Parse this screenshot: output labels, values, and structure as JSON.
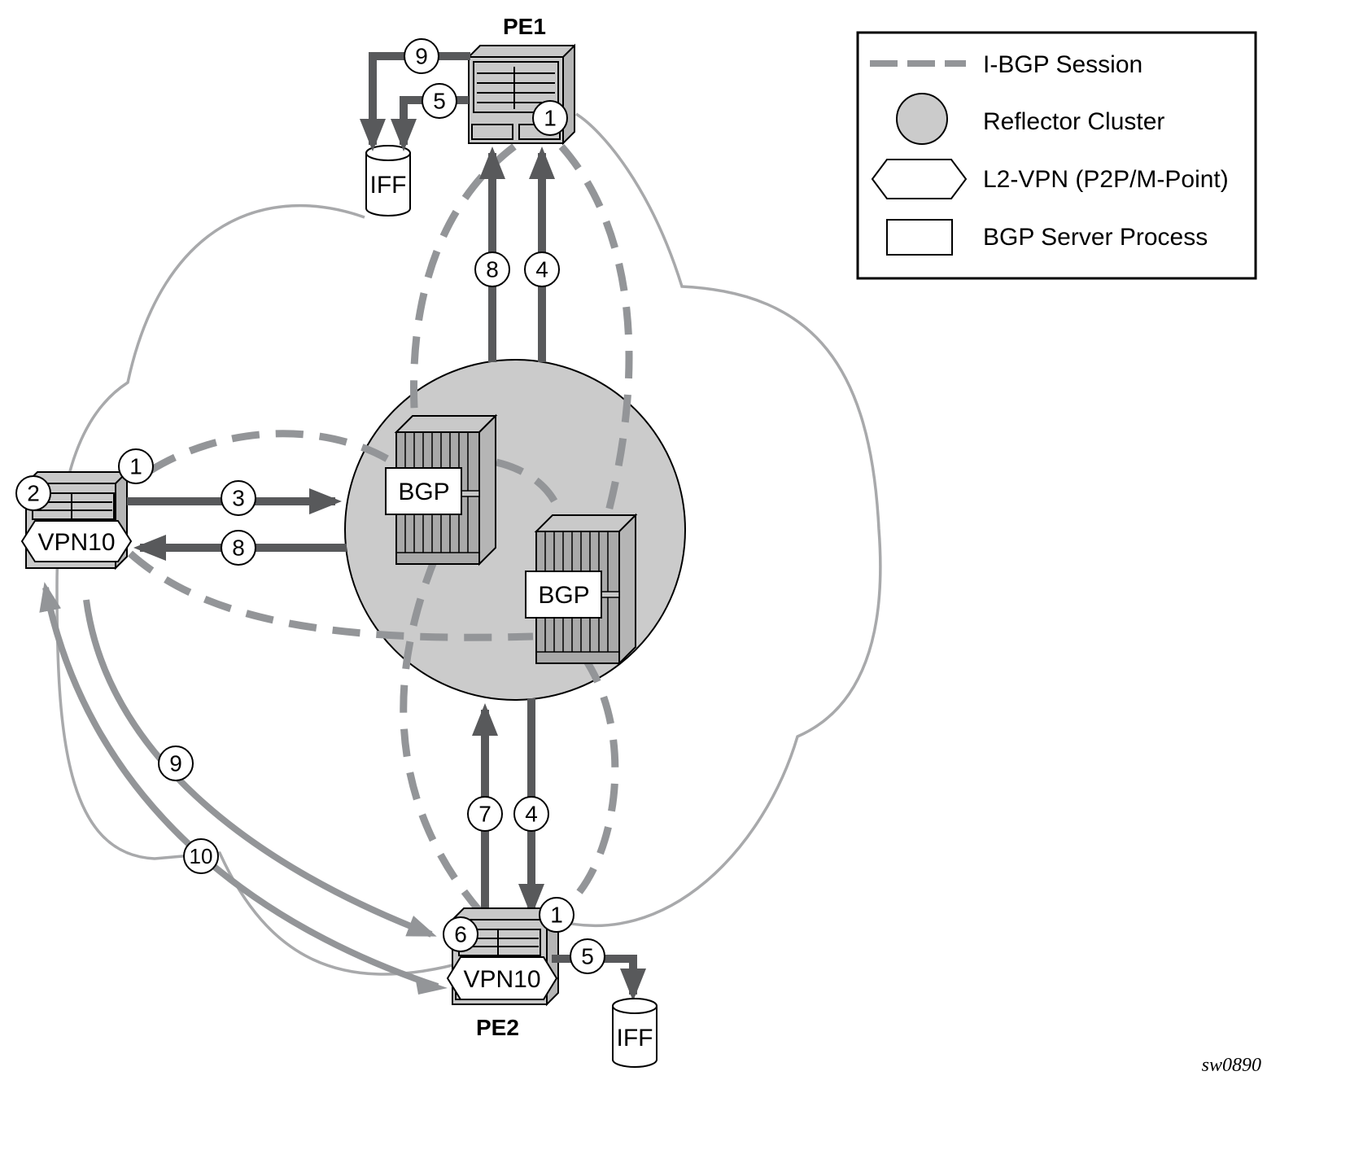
{
  "figure_id": "sw0890",
  "nodes": {
    "pe1": {
      "label": "PE1",
      "iff_label": "IFF"
    },
    "pe2": {
      "label": "PE2",
      "iff_label": "IFF",
      "vpn_label": "VPN10"
    },
    "pe3": {
      "vpn_label": "VPN10"
    },
    "rr1": {
      "process_label": "BGP"
    },
    "rr2": {
      "process_label": "BGP"
    }
  },
  "steps": {
    "pe1_iff_9": "9",
    "pe1_iff_5": "5",
    "pe1_session_1": "1",
    "rr_to_pe1_8": "8",
    "rr_to_pe1_4": "4",
    "pe3_session_1": "1",
    "pe3_vpn_2": "2",
    "pe3_to_rr_3": "3",
    "rr_to_pe3_8": "8",
    "pe3_to_pe2_9": "9",
    "pe2_to_pe3_10": "10",
    "pe2_to_rr_7": "7",
    "rr_to_pe2_4": "4",
    "pe2_session_1": "1",
    "pe2_vpn_6": "6",
    "pe2_iff_5": "5"
  },
  "legend": {
    "items": [
      {
        "symbol": "dashed-line",
        "label": "I-BGP Session"
      },
      {
        "symbol": "gray-circle",
        "label": "Reflector Cluster"
      },
      {
        "symbol": "hexagon",
        "label": "L2-VPN (P2P/M-Point)"
      },
      {
        "symbol": "rectangle",
        "label": "BGP Server Process"
      }
    ]
  },
  "colors": {
    "flow_dark": "#58595b",
    "flow_light": "#939598",
    "ibgp": "#939598",
    "cluster_fill": "#cbcbcb",
    "cloud": "#a8a9ab"
  }
}
